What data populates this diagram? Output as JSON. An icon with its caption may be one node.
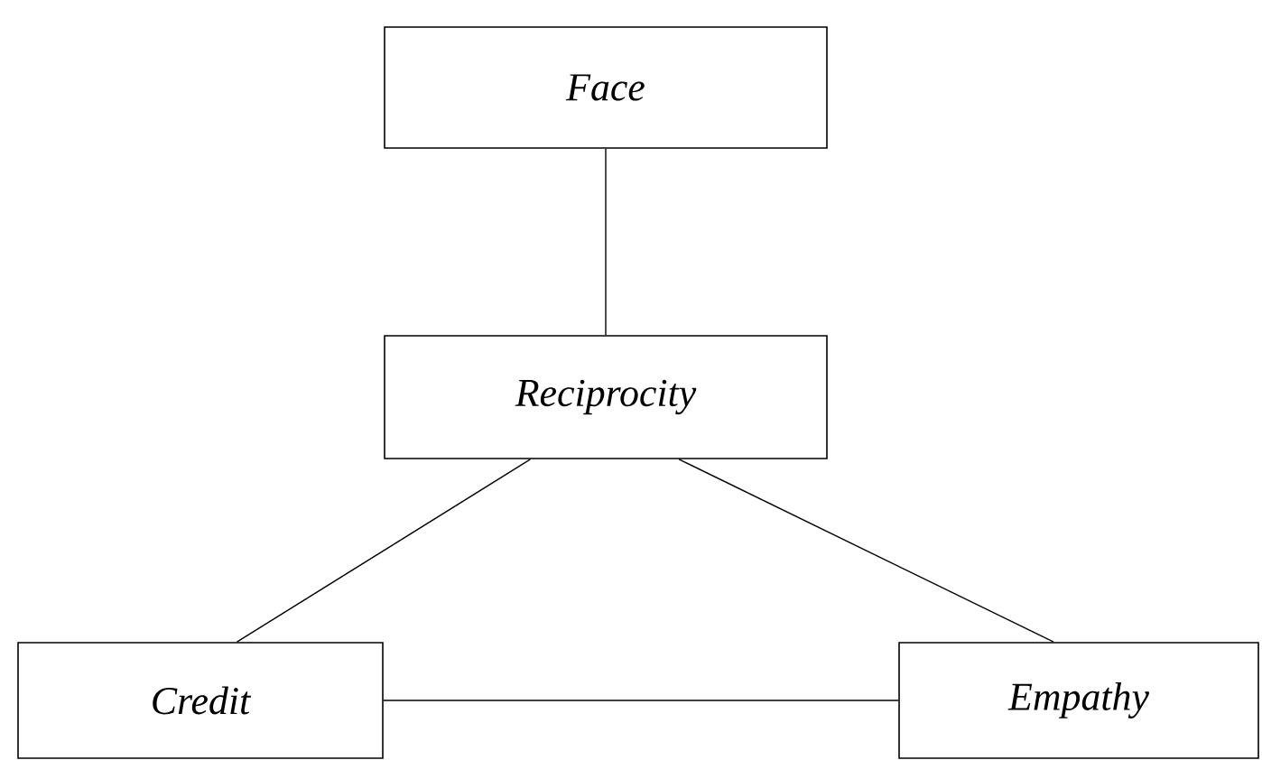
{
  "diagram": {
    "nodes": [
      {
        "text": [
          "Face"
        ]
      },
      {
        "text": [
          "Reciprocity"
        ]
      },
      {
        "text": [
          "Credit"
        ]
      },
      {
        "text": [
          "Empathy"
        ]
      }
    ],
    "edges": [
      {
        "from": 0,
        "to": 1,
        "arrow": "none"
      },
      {
        "from": 1,
        "to": 2,
        "arrow": "none"
      },
      {
        "from": 1,
        "to": 3,
        "arrow": "none"
      },
      {
        "from": 2,
        "to": 3,
        "arrow": "none"
      }
    ]
  }
}
